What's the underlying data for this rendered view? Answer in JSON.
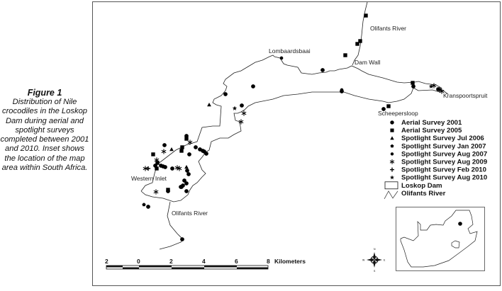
{
  "caption": {
    "title": "Figure 1",
    "text": "Distribution of Nile crocodiles in the Loskop Dam during aerial and spotlight surveys completed between 2001 and 2010. Inset shows the location of the map area within South Africa."
  },
  "map_labels": {
    "olifants_north": "Olifants River",
    "lombaardsbaai": "Lombaardsbaai",
    "dam_wall": "Dam Wall",
    "kranspoortspruit": "Kranspoortspruit",
    "scheepersloop": "Scheepersloop",
    "western_inlet": "Western Inlet",
    "olifants_south": "Olifants River"
  },
  "legend": [
    {
      "symbol": "circle",
      "label": "Aerial Survey 2001"
    },
    {
      "symbol": "square",
      "label": "Aerial Survey 2005"
    },
    {
      "symbol": "triangle",
      "label": "Spotlight Survey Jul 2006"
    },
    {
      "symbol": "pentagon",
      "label": "Spotlight Survey Jan 2007"
    },
    {
      "symbol": "small-circle",
      "label": "Spotlight Survey Aug 2007"
    },
    {
      "symbol": "asterisk",
      "label": "Spotlight Survey Aug 2009"
    },
    {
      "symbol": "cross",
      "label": "Spotlight Survey Feb 2010"
    },
    {
      "symbol": "star",
      "label": "Spotlight Survey Aug 2010"
    },
    {
      "symbol": "polygon",
      "label": "Loskop Dam"
    },
    {
      "symbol": "line",
      "label": "Olifants River"
    }
  ],
  "scale_bar": {
    "ticks": [
      "2",
      "0",
      "2",
      "4",
      "6",
      "8"
    ],
    "unit": "Kilometers"
  },
  "north_arrow": {
    "n": "N",
    "s": "S",
    "e": "E",
    "w": "W"
  }
}
